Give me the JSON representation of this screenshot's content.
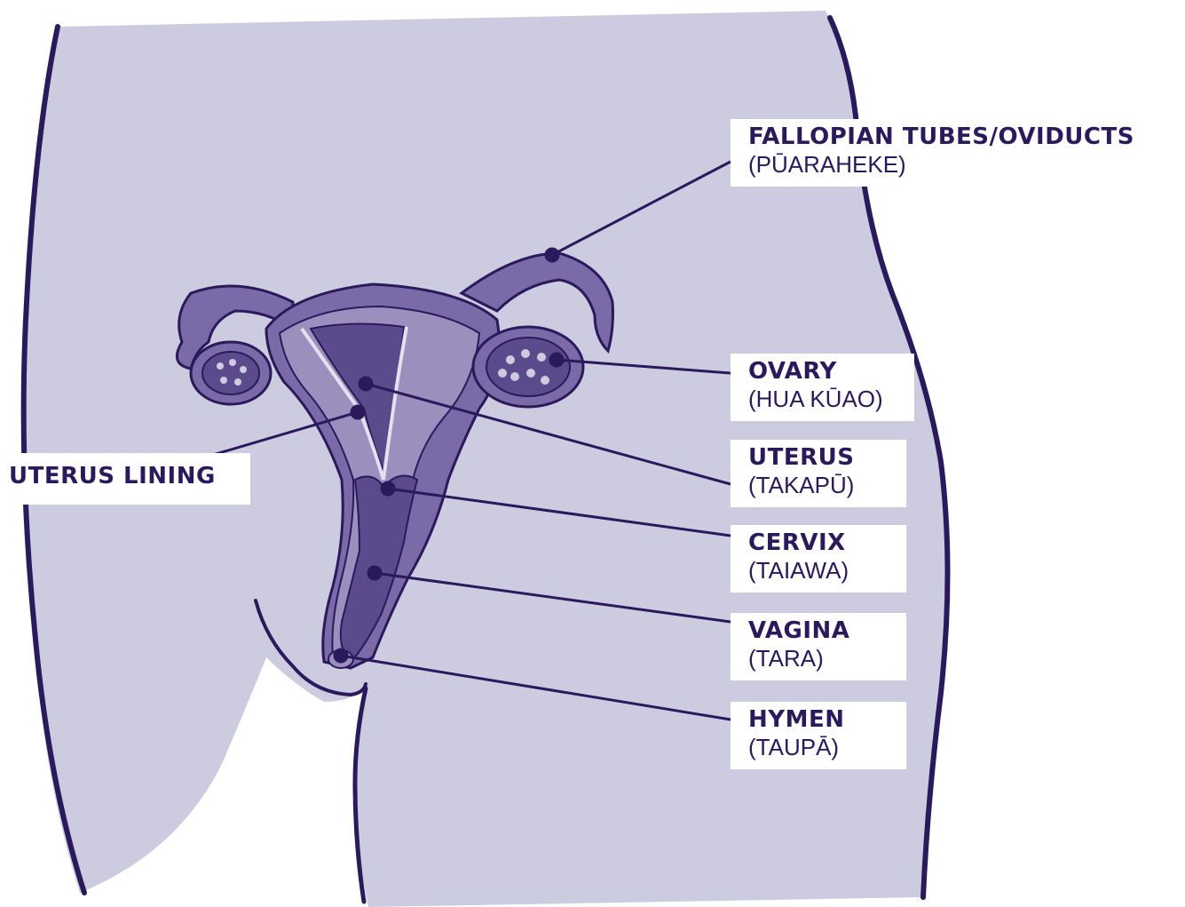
{
  "labels": {
    "fallopian": {
      "en": "FALLOPIAN TUBES/OVIDUCTS",
      "mi": "(PŪARAHEKE)"
    },
    "ovary": {
      "en": "OVARY",
      "mi": "(HUA KŪAO)"
    },
    "uterus": {
      "en": "UTERUS",
      "mi": "(TAKAPŪ)"
    },
    "cervix": {
      "en": "CERVIX",
      "mi": "(TAIAWA)"
    },
    "vagina": {
      "en": "VAGINA",
      "mi": "(TARA)"
    },
    "hymen": {
      "en": "HYMEN",
      "mi": "(TAUPĀ)"
    },
    "uterus_lining": {
      "en": "UTERUS LINING"
    }
  },
  "colors": {
    "body_fill": "#cdcbe0",
    "outline": "#2a1a5c",
    "organ_light": "#9b8fbe",
    "organ_mid": "#7a6aa8",
    "organ_dark": "#5c4b8c",
    "label_text": "#2a1a5c",
    "label_bg": "#ffffff"
  }
}
